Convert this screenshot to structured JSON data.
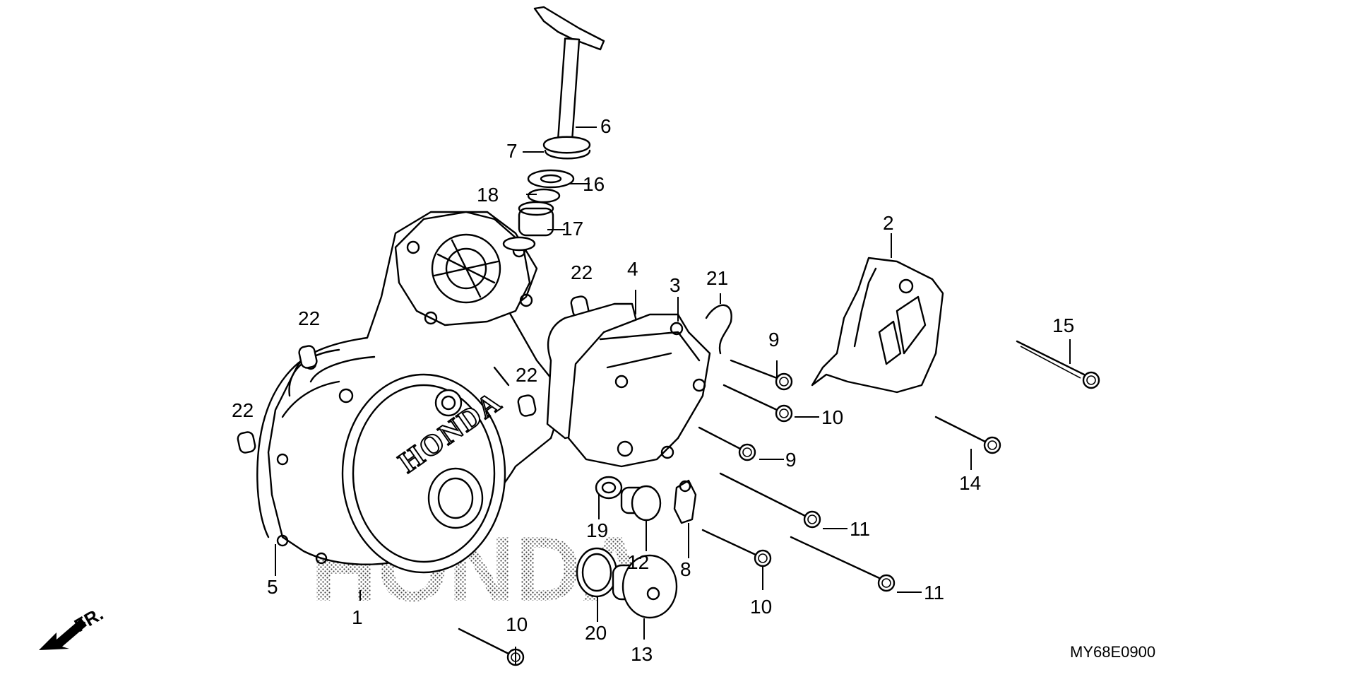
{
  "diagram": {
    "code": "MY68E0900",
    "direction_label": "FR.",
    "cover_logo": "HONDA",
    "watermark": "HONDA",
    "callouts": [
      {
        "id": "c1",
        "label": "1"
      },
      {
        "id": "c2",
        "label": "2"
      },
      {
        "id": "c3",
        "label": "3"
      },
      {
        "id": "c4",
        "label": "4"
      },
      {
        "id": "c5",
        "label": "5"
      },
      {
        "id": "c6",
        "label": "6"
      },
      {
        "id": "c7",
        "label": "7"
      },
      {
        "id": "c8",
        "label": "8"
      },
      {
        "id": "c9a",
        "label": "9"
      },
      {
        "id": "c9b",
        "label": "9"
      },
      {
        "id": "c10a",
        "label": "10"
      },
      {
        "id": "c10b",
        "label": "10"
      },
      {
        "id": "c10c",
        "label": "10"
      },
      {
        "id": "c11a",
        "label": "11"
      },
      {
        "id": "c11b",
        "label": "11"
      },
      {
        "id": "c12",
        "label": "12"
      },
      {
        "id": "c13",
        "label": "13"
      },
      {
        "id": "c14",
        "label": "14"
      },
      {
        "id": "c15",
        "label": "15"
      },
      {
        "id": "c16",
        "label": "16"
      },
      {
        "id": "c17",
        "label": "17"
      },
      {
        "id": "c18",
        "label": "18"
      },
      {
        "id": "c19",
        "label": "19"
      },
      {
        "id": "c20",
        "label": "20"
      },
      {
        "id": "c21",
        "label": "21"
      },
      {
        "id": "c22a",
        "label": "22"
      },
      {
        "id": "c22b",
        "label": "22"
      },
      {
        "id": "c22c",
        "label": "22"
      },
      {
        "id": "c22d",
        "label": "22"
      }
    ]
  }
}
